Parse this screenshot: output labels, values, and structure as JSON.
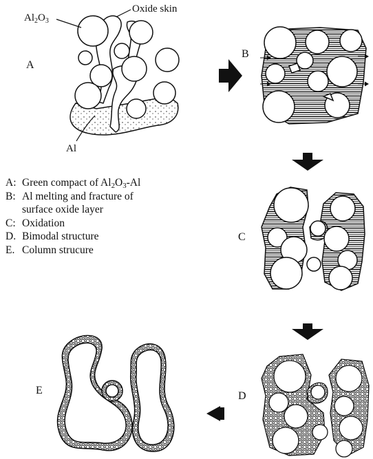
{
  "stage_labels": {
    "a": "A",
    "b": "B",
    "c": "C",
    "d": "D",
    "e": "E"
  },
  "callouts": {
    "oxide_skin": "Oxide skin",
    "al2o3": {
      "main": "Al",
      "sub1": "2",
      "mid": "O",
      "sub2": "3"
    },
    "al": "Al"
  },
  "legend": {
    "a": {
      "key": "A:",
      "pre": "Green compact of Al",
      "sub1": "2",
      "mid": "O",
      "sub2": "3",
      "post": "-Al"
    },
    "b": {
      "key": "B:",
      "line1": "Al melting and fracture of",
      "line2": "surface oxide layer"
    },
    "c": {
      "key": "C:",
      "text": "Oxidation"
    },
    "d": {
      "key": "D.",
      "text": "Bimodal structure"
    },
    "e": {
      "key": "E.",
      "text": "Column strucure"
    }
  },
  "colors": {
    "ink": "#111111",
    "fill": "#ffffff"
  },
  "arrows": [
    "right",
    "down",
    "down",
    "left"
  ]
}
